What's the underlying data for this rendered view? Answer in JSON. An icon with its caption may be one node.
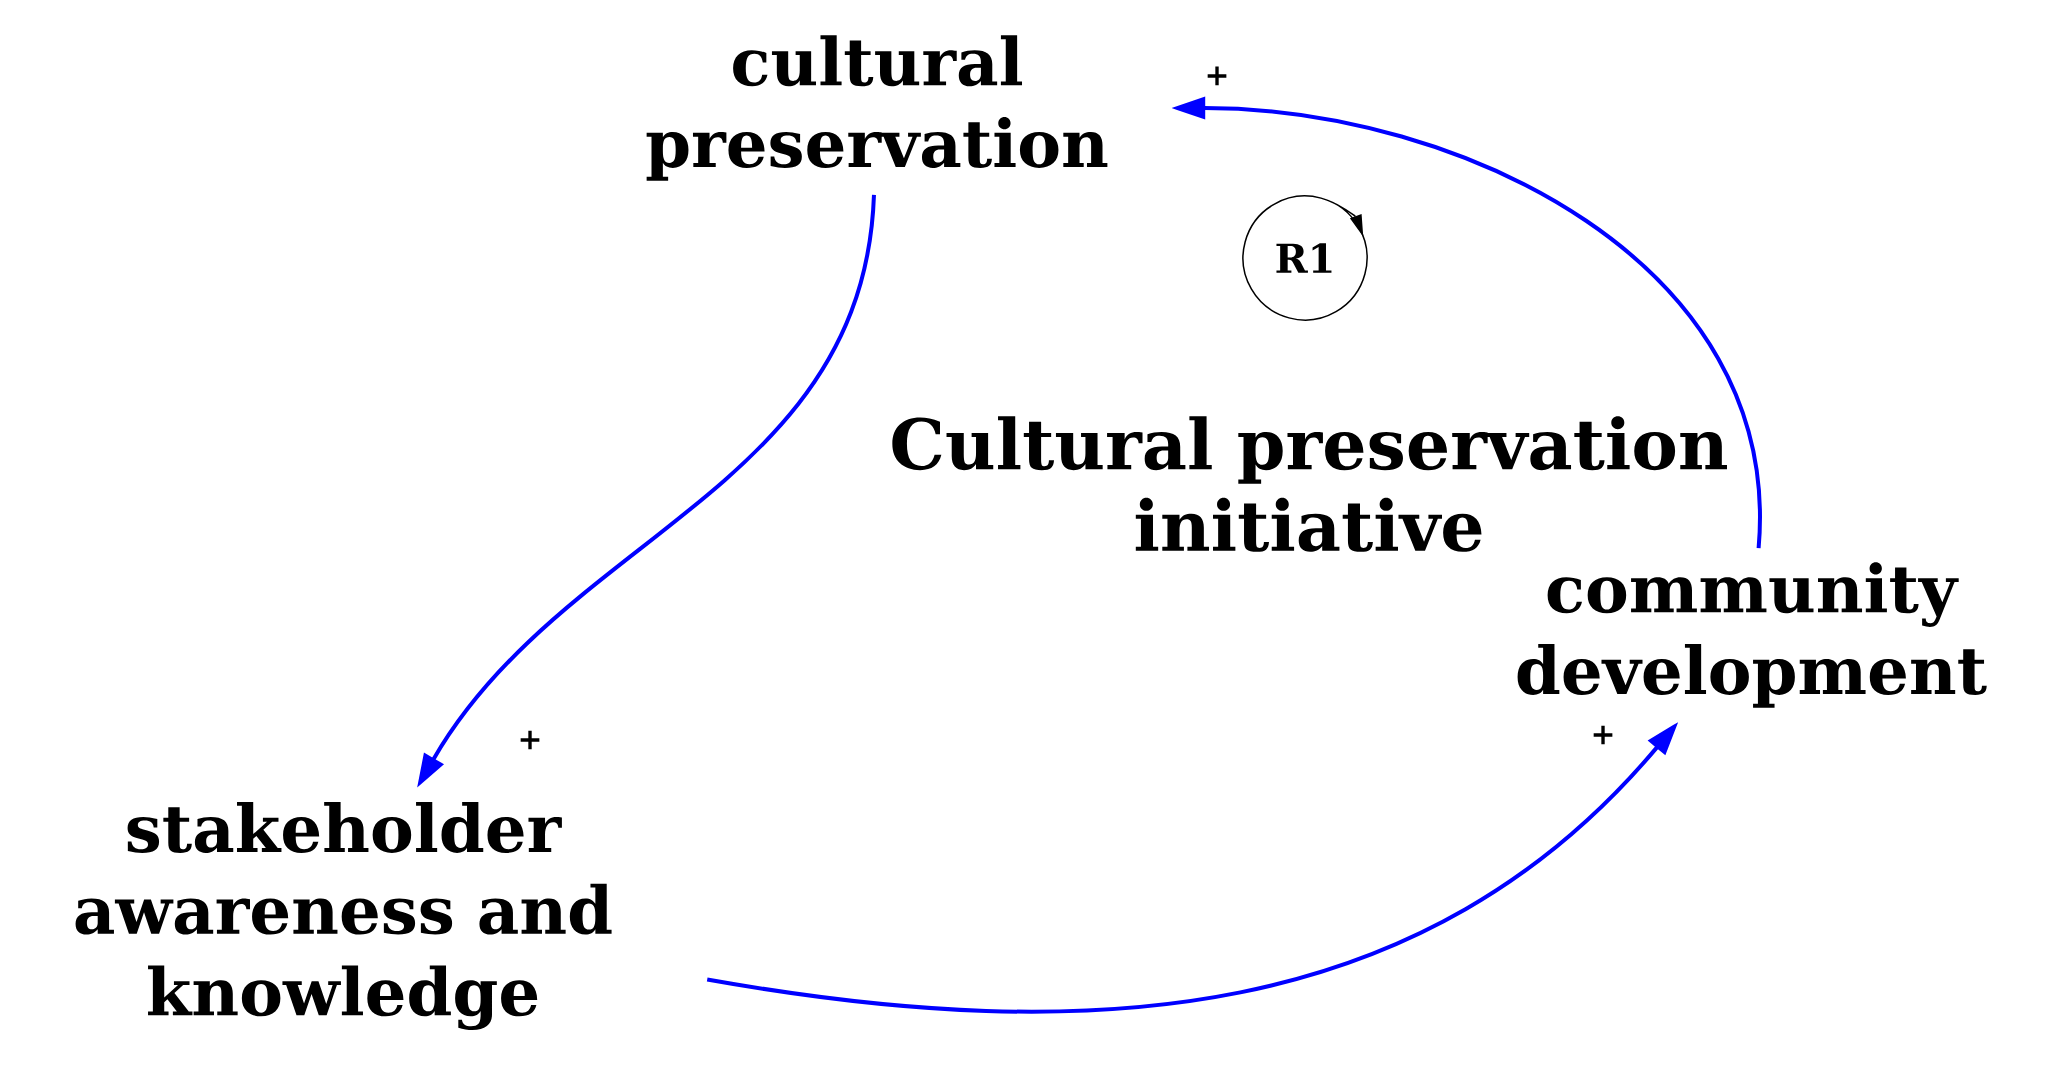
{
  "diagram": {
    "nodes": [
      {
        "text": [
          "cultural preservation"
        ]
      },
      {
        "text": [
          "stakeholder awareness and knowledge"
        ]
      },
      {
        "text": [
          "community development"
        ]
      }
    ],
    "edges": [
      {
        "from": 0,
        "to": 1,
        "arrow": "to",
        "label": "+"
      },
      {
        "from": 1,
        "to": 2,
        "arrow": "to",
        "label": "+"
      },
      {
        "from": 2,
        "to": 0,
        "arrow": "to",
        "label": "+"
      }
    ],
    "labels": [
      "R1",
      "Cultural preservation initiative"
    ]
  }
}
